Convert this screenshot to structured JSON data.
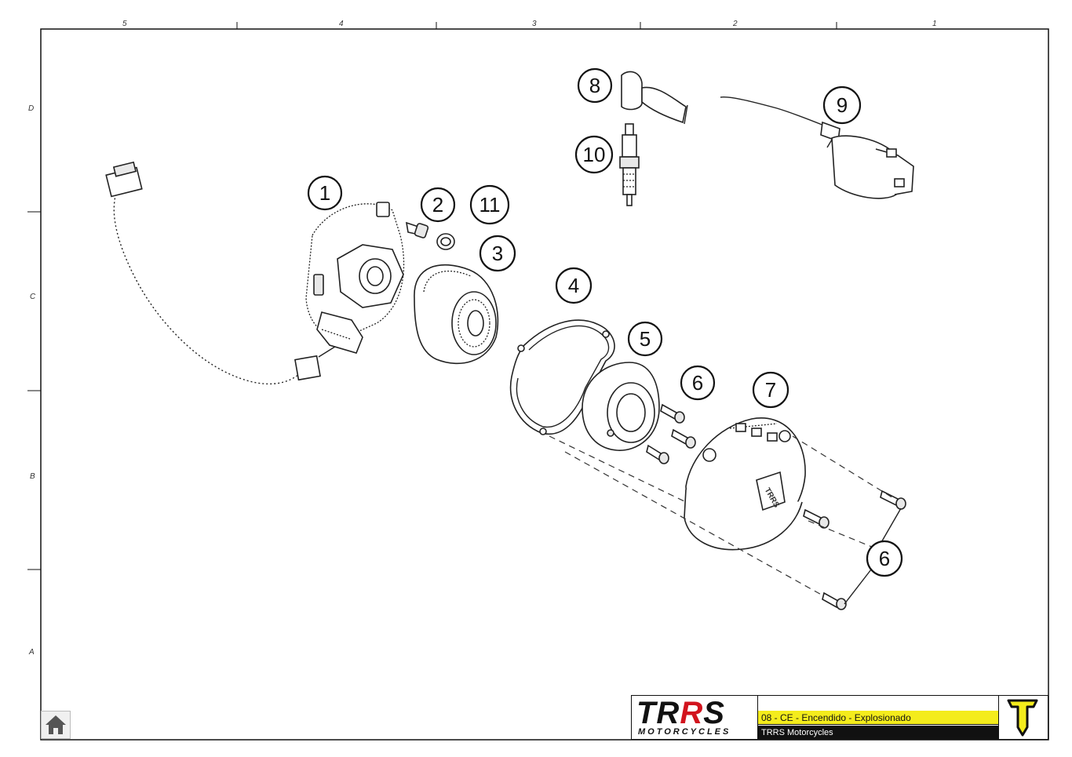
{
  "grid": {
    "columns": [
      "5",
      "4",
      "3",
      "2",
      "1"
    ],
    "rows": [
      "D",
      "C",
      "B",
      "A"
    ]
  },
  "callouts": [
    "1",
    "2",
    "11",
    "3",
    "4",
    "5",
    "6",
    "7",
    "8",
    "9",
    "10",
    "6"
  ],
  "title_block": {
    "logo_text": "TRRS",
    "logo_subtext": "MOTORCYCLES",
    "title": "08 - CE - Encendido - Explosionado",
    "subtitle": "TRRS Motorcycles"
  },
  "home_button": {
    "icon": "home-icon"
  },
  "colors": {
    "title_highlight": "#f4ec1c",
    "brand_red": "#d2141e",
    "brand_yellow": "#f4ec1c",
    "ink": "#111111"
  }
}
